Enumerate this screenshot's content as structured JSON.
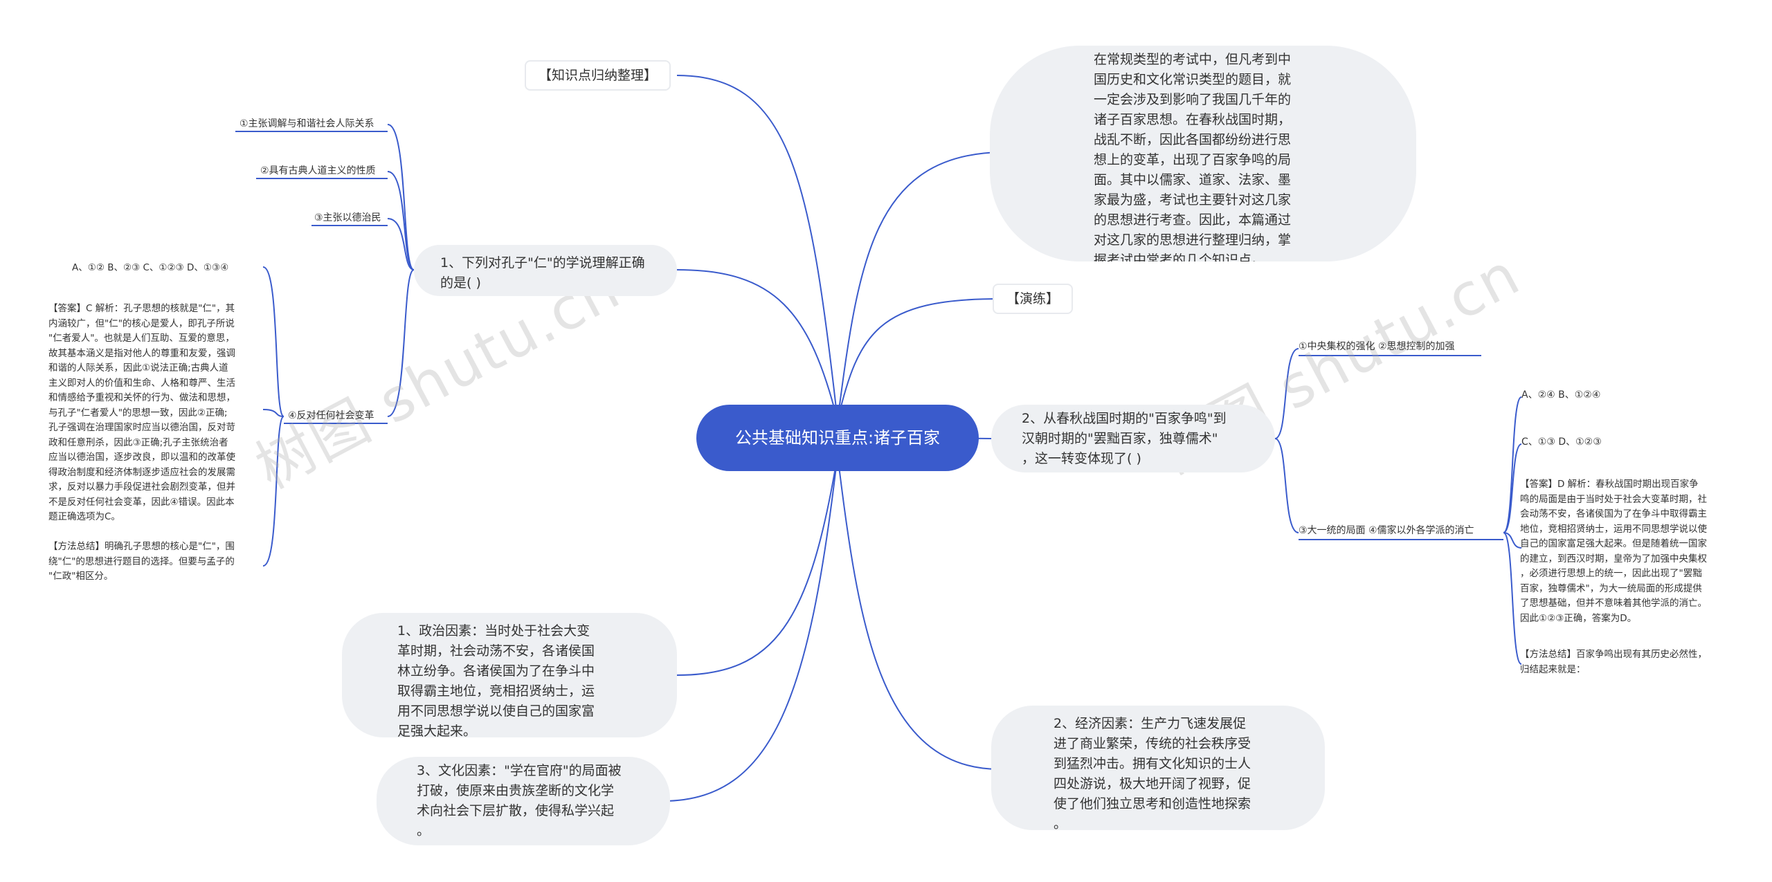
{
  "root": {
    "label": "公共基础知识重点:诸子百家"
  },
  "left_nodes": {
    "knowledge_tag": "【知识点归纳整理】",
    "q1": "1、下列对孔子\"仁\"的学说理解正确\n的是( )",
    "q1_opt1": "①主张调解与和谐社会人际关系",
    "q1_opt2": "②具有古典人道主义的性质",
    "q1_opt3": "③主张以德治民",
    "q1_opt4": "④反对任何社会变革",
    "q1_choices": "A、①② B、②③ C、①②③ D、①③④",
    "q1_answer": "【答案】C 解析：孔子思想的核就是\"仁\"，其\n内涵较广，但\"仁\"的核心是爱人，即孔子所说\n\"仁者爱人\"。也就是人们互助、互爱的意思，\n故其基本涵义是指对他人的尊重和友爱，强调\n和谐的人际关系，因此①说法正确;古典人道\n主义即对人的价值和生命、人格和尊严、生活\n和情感给予重视和关怀的行为、做法和思想，\n与孔子\"仁者爱人\"的思想一致，因此②正确;\n孔子强调在治理国家时应当以德治国，反对苛\n政和任意刑杀，因此③正确;孔子主张统治者\n应当以德治国，逐步改良，即以温和的改革使\n得政治制度和经济体制逐步适应社会的发展需\n求，反对以暴力手段促进社会剧烈变革，但并\n不是反对任何社会变革，因此④错误。因此本\n题正确选项为C。",
    "q1_method": "【方法总结】明确孔子思想的核心是\"仁\"，围\n绕\"仁\"的思想进行题目的选择。但要与孟子的\n\"仁政\"相区分。",
    "political": "1、政治因素：当时处于社会大变\n革时期，社会动荡不安，各诸侯国\n林立纷争。各诸侯国为了在争斗中\n取得霸主地位，竞相招贤纳士，运\n用不同思想学说以使自己的国家富\n足强大起来。",
    "cultural": "3、文化因素：\"学在官府\"的局面被\n打破，使原来由贵族垄断的文化学\n术向社会下层扩散，使得私学兴起\n。"
  },
  "right_nodes": {
    "intro": "在常规类型的考试中，但凡考到中\n国历史和文化常识类型的题目，就\n一定会涉及到影响了我国几千年的\n诸子百家思想。在春秋战国时期，\n战乱不断，因此各国都纷纷进行思\n想上的变革，出现了百家争鸣的局\n面。其中以儒家、道家、法家、墨\n家最为盛，考试也主要针对这几家\n的思想进行考查。因此，本篇通过\n对这几家的思想进行整理归纳，掌\n握考试中常考的几个知识点。",
    "practice_tag": "【演练】",
    "q2": "2、从春秋战国时期的\"百家争鸣\"到\n汉朝时期的\"罢黜百家，独尊儒术\"\n，这一转变体现了( )",
    "q2_opt_a": "①中央集权的强化 ②思想控制的加强",
    "q2_opt_b": "③大一统的局面 ④儒家以外各学派的消亡",
    "q2_choice1": "A、②④ B、①②④",
    "q2_choice2": "C、①③ D、①②③",
    "q2_answer": "【答案】D 解析：春秋战国时期出现百家争\n鸣的局面是由于当时处于社会大变革时期，社\n会动荡不安，各诸侯国为了在争斗中取得霸主\n地位，竞相招贤纳士，运用不同思想学说以使\n自己的国家富足强大起来。但是随着统一国家\n的建立，到西汉时期，皇帝为了加强中央集权\n，必须进行思想上的统一，因此出现了\"罢黜\n百家，独尊儒术\"，为大一统局面的形成提供\n了思想基础，但并不意味着其他学派的消亡。\n因此①②③正确，答案为D。",
    "q2_method": "【方法总结】百家争鸣出现有其历史必然性，\n归结起来就是：",
    "economic": "2、经济因素：生产力飞速发展促\n进了商业繁荣，传统的社会秩序受\n到猛烈冲击。拥有文化知识的士人\n四处游说，极大地开阔了视野，促\n使了他们独立思考和创造性地探索\n。"
  },
  "watermark": "树图 shutu.cn",
  "colors": {
    "root": "#3a5bcc",
    "edge": "#3a5bcc",
    "pill": "#eef0f3"
  }
}
